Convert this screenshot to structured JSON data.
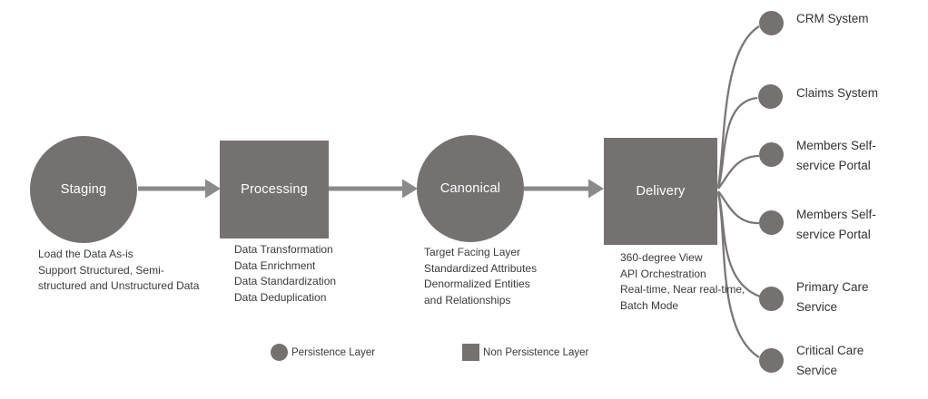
{
  "pipeline": {
    "stages": [
      {
        "label": "Staging",
        "shape": "circle",
        "description": "Load the Data As-is\nSupport Structured, Semi-\nstructured and Unstructured Data"
      },
      {
        "label": "Processing",
        "shape": "rect",
        "description": "Data Transformation\nData Enrichment\nData Standardization\nData Deduplication"
      },
      {
        "label": "Canonical",
        "shape": "circle",
        "description": "Target Facing Layer\nStandardized Attributes\nDenormalized Entities\nand Relationships"
      },
      {
        "label": "Delivery",
        "shape": "rect",
        "description": "360-degree View\nAPI Orchestration\nReal-time, Near real-time,\nBatch Mode"
      }
    ]
  },
  "endpoints": [
    {
      "label": "CRM System"
    },
    {
      "label": "Claims System"
    },
    {
      "label": "Members Self-\nservice Portal"
    },
    {
      "label": "Members Self-\nservice Portal"
    },
    {
      "label": "Primary Care\nService"
    },
    {
      "label": "Critical Care\nService"
    }
  ],
  "legend": {
    "items": [
      {
        "label": "Persistence Layer",
        "marker": "circle"
      },
      {
        "label": "Non Persistence Layer",
        "marker": "rect"
      }
    ]
  },
  "colors": {
    "shape_gray": "#767171",
    "arrow_gray": "#8a8a8a",
    "connector_gray": "#7a7676",
    "text_dark": "#3b3838"
  }
}
